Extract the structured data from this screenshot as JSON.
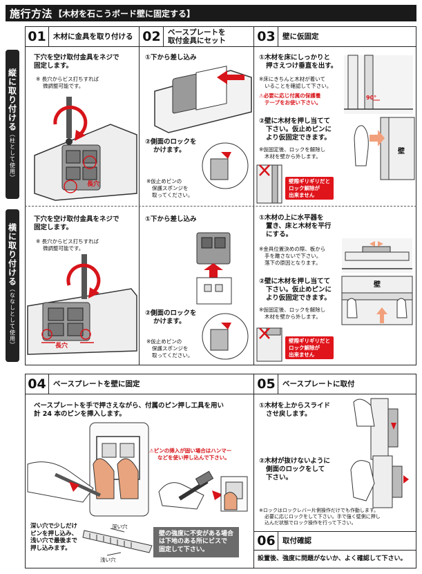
{
  "title": {
    "main": "施行方法",
    "sub": "【木材を石こうボード壁に固定する】"
  },
  "side_labels": {
    "vertical": "縦に取り付ける",
    "vertical_note": "（柱として使用）",
    "horizontal": "横に取り付ける",
    "horizontal_note": "（ななしとして使用）"
  },
  "steps": {
    "s01": {
      "num": "01",
      "label": "木材に金具を取り付ける"
    },
    "s02": {
      "num": "02",
      "label_l1": "ベースプレートを",
      "label_l2": "取付金具にセット"
    },
    "s03": {
      "num": "03",
      "label": "壁に仮固定"
    },
    "s04": {
      "num": "04",
      "label": "ベースプレートを壁に固定"
    },
    "s05": {
      "num": "05",
      "label": "ベースプレートに取付"
    },
    "s06": {
      "num": "06",
      "label": "取付確認"
    }
  },
  "row1": {
    "c1_text_l1": "下穴を空け取付金具をネジで",
    "c1_text_l2": "固定します。",
    "c1_note_l1": "※ 長穴からビス打ちすれば",
    "c1_note_l2": "微調整可能です。",
    "c1_longhole": "長穴",
    "c2_a": "①下から差し込み",
    "c2_b_l1": "②側面のロックを",
    "c2_b_l2": "かけます。",
    "c2_note_l1": "※仮止めピンの",
    "c2_note_l2": "保護スポンジを",
    "c2_note_l3": "取ってください。",
    "c3_a_l1": "①木材を床にしっかりと",
    "c3_a_l2": "押さえつけ垂直を出す。",
    "c3_note1_l1": "※床にきちんと木材が着いて",
    "c3_note1_l2": "いることを確認して下さい。",
    "c3_warn_l1": "⚠必要に応じ付属の保護養",
    "c3_warn_l2": "テープをお使い下さい。",
    "c3_b_l1": "②壁に木材を押し当てて",
    "c3_b_l2": "下さい。仮止めピンに",
    "c3_b_l3": "より仮固定できます。",
    "c3_note2_l1": "※仮固定後、ロックを解除し",
    "c3_note2_l2": "木材を壁から外します。",
    "c3_red_l1": "壁際ギリギリだと",
    "c3_red_l2": "ロック解除が",
    "c3_red_l3": "出来ません",
    "c3_deg": "90°",
    "c3_wall": "壁"
  },
  "row2": {
    "c1_text_l1": "下穴を空け取付金具をネジで",
    "c1_text_l2": "固定します。",
    "c1_note_l1": "※ 長穴からビス打ちすれば",
    "c1_note_l2": "微調整可能です。",
    "c1_longhole": "長穴",
    "c2_a": "①下から差し込み",
    "c2_b_l1": "②側面のロックを",
    "c2_b_l2": "かけます。",
    "c2_note_l1": "※仮止めピンの",
    "c2_note_l2": "保護スポンジを",
    "c2_note_l3": "取ってください。",
    "c3_a_l1": "①木材の上に水平器を",
    "c3_a_l2": "置き、床と木材を平行",
    "c3_a_l3": "にする。",
    "c3_note1_l1": "※金具位置決めの際、板から",
    "c3_note1_l2": "手を離さないで下さい。",
    "c3_note1_l3": "落下の原因となります。",
    "c3_b_l1": "②壁に木材を押し当てて",
    "c3_b_l2": "下さい。仮止めピンに",
    "c3_b_l3": "より仮固定できます。",
    "c3_note2_l1": "※仮固定後、ロックを解除し",
    "c3_note2_l2": "木材を壁から外します。",
    "c3_red_l1": "壁際ギリギリだと",
    "c3_red_l2": "ロック解除が",
    "c3_red_l3": "出来ません",
    "c3_wall": "壁"
  },
  "s04": {
    "text_l1": "ベースプレートを手で押さえながら、付属のピン押し工具を用い",
    "text_l2": "計 24 本のピンを挿入します。",
    "warn_l1": "⚠ピンの挿入が固い場合はハンマー",
    "warn_l2": "などを使い押し込んで下さい。",
    "deep_l1": "深い穴で少しだけ",
    "deep_l2": "ピンを押し込み、",
    "deep_l3": "浅い穴で最後まで",
    "deep_l4": "押し込みます。",
    "deep_hole": "深い穴",
    "shallow_hole": "浅い穴",
    "gray_l1": "壁の強度に不安がある場合",
    "gray_l2": "は下地のある所にビスで",
    "gray_l3": "固定して下さい。"
  },
  "s05": {
    "a_l1": "①木材を上からスライド",
    "a_l2": "させ戻します。",
    "b_l1": "②木材が抜けないように",
    "b_l2": "側面のロックをして",
    "b_l3": "下さい。",
    "note_l1": "※ロックはロックレバー片側操作だけでも作動します。",
    "note_l2": "必要に応じロックをして下さい。手で強く壁側に押し",
    "note_l3": "込んだ状態でロック操作を行って下さい。"
  },
  "s06": {
    "text": "設置後、強度に問題がないか、よく確認して下さい。"
  },
  "colors": {
    "accent_red": "#d7141a",
    "header_black": "#1a1a1a",
    "note_gray": "#6b6b6b",
    "skin": "#f2c3a6",
    "metal": "#8c8c8c"
  }
}
